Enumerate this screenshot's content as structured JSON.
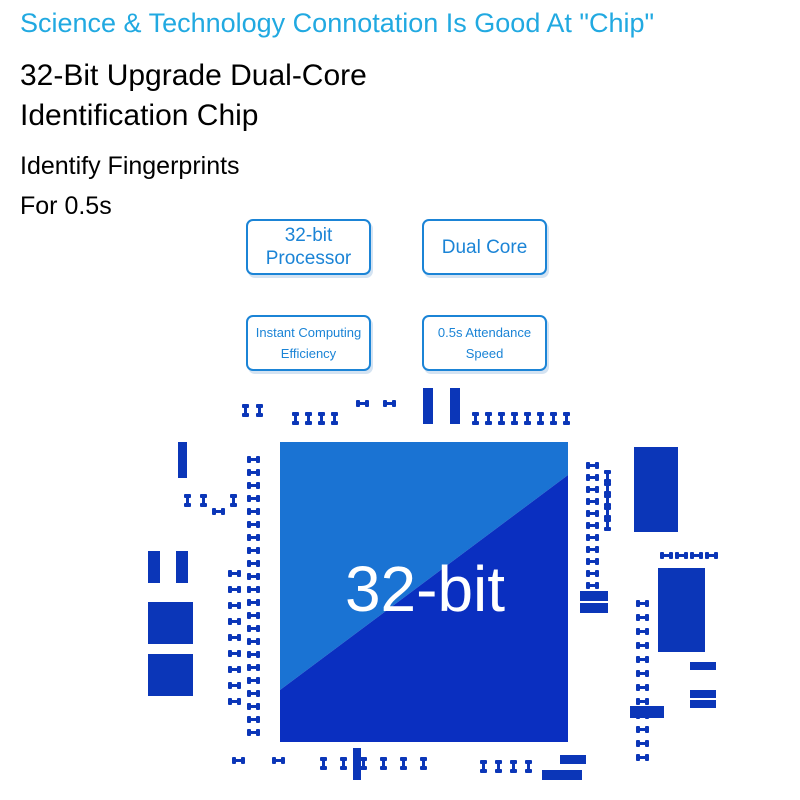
{
  "headline": "Science & Technology Connotation Is Good At \"Chip\"",
  "title_lines": [
    "32-Bit Upgrade Dual-Core",
    "Identification Chip"
  ],
  "subtitle_lines": [
    "Identify Fingerprints",
    "For 0.5s"
  ],
  "features": [
    {
      "id": "feature-32bit-processor",
      "text": "32-bit\nProcessor"
    },
    {
      "id": "feature-dual-core",
      "text": "Dual Core"
    },
    {
      "id": "feature-instant-computing",
      "text": "Instant Computing\nEfficiency"
    },
    {
      "id": "feature-attendance-speed",
      "text": "0.5s Attendance\nSpeed"
    }
  ],
  "chip": {
    "label": "32-bit"
  },
  "colors": {
    "headline": "#21a9e1",
    "feature_border": "#1b84d6",
    "chip_light": "#1a73d3",
    "chip_dark": "#0a2fc0",
    "component": "#0b36b8"
  }
}
